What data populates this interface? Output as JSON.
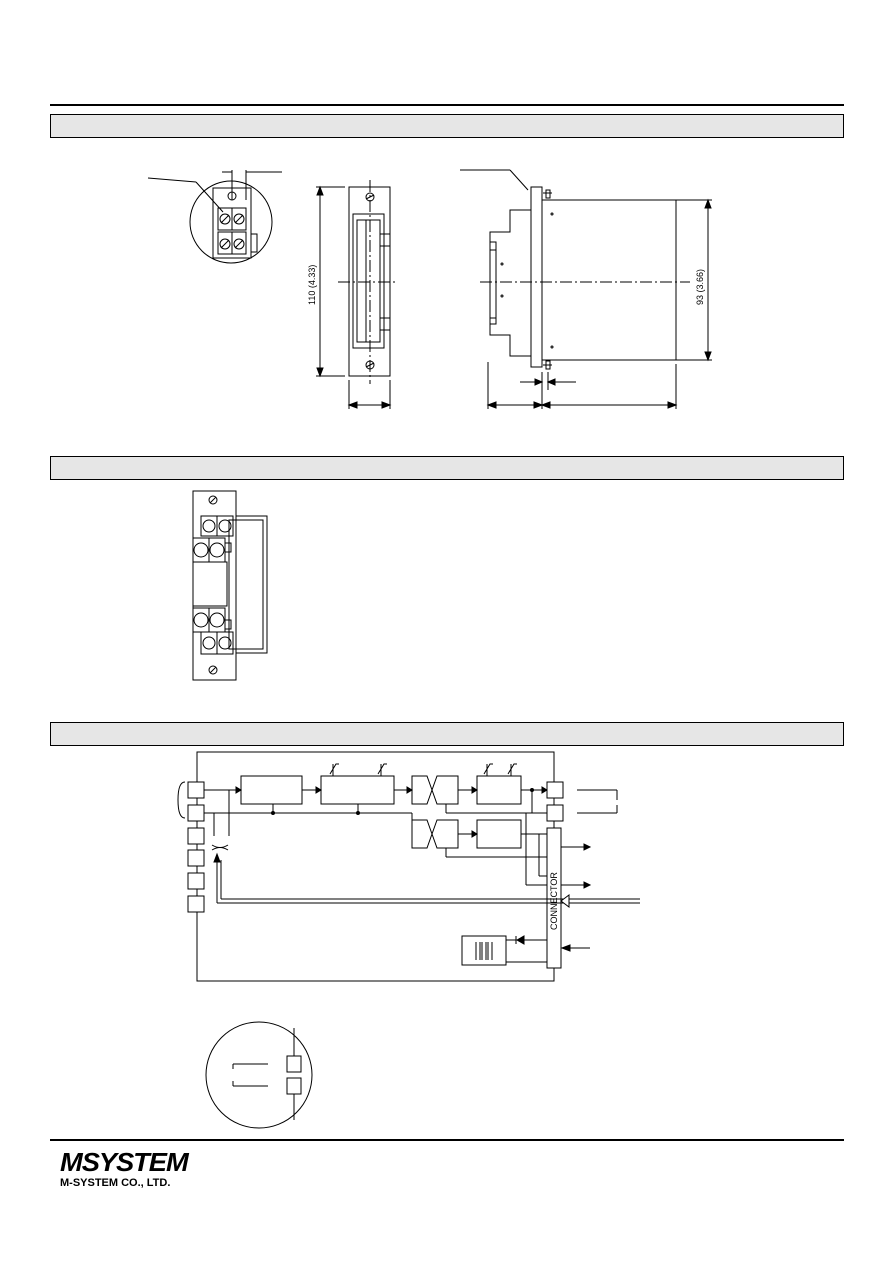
{
  "dimensions": {
    "height_label": "110 (4.33)",
    "depth_label": "93 (3.66)"
  },
  "block_diagram": {
    "connector_label": "CONNECTOR"
  },
  "footer": {
    "logo_text": "MSYSTEM",
    "company": "M-SYSTEM CO., LTD."
  }
}
